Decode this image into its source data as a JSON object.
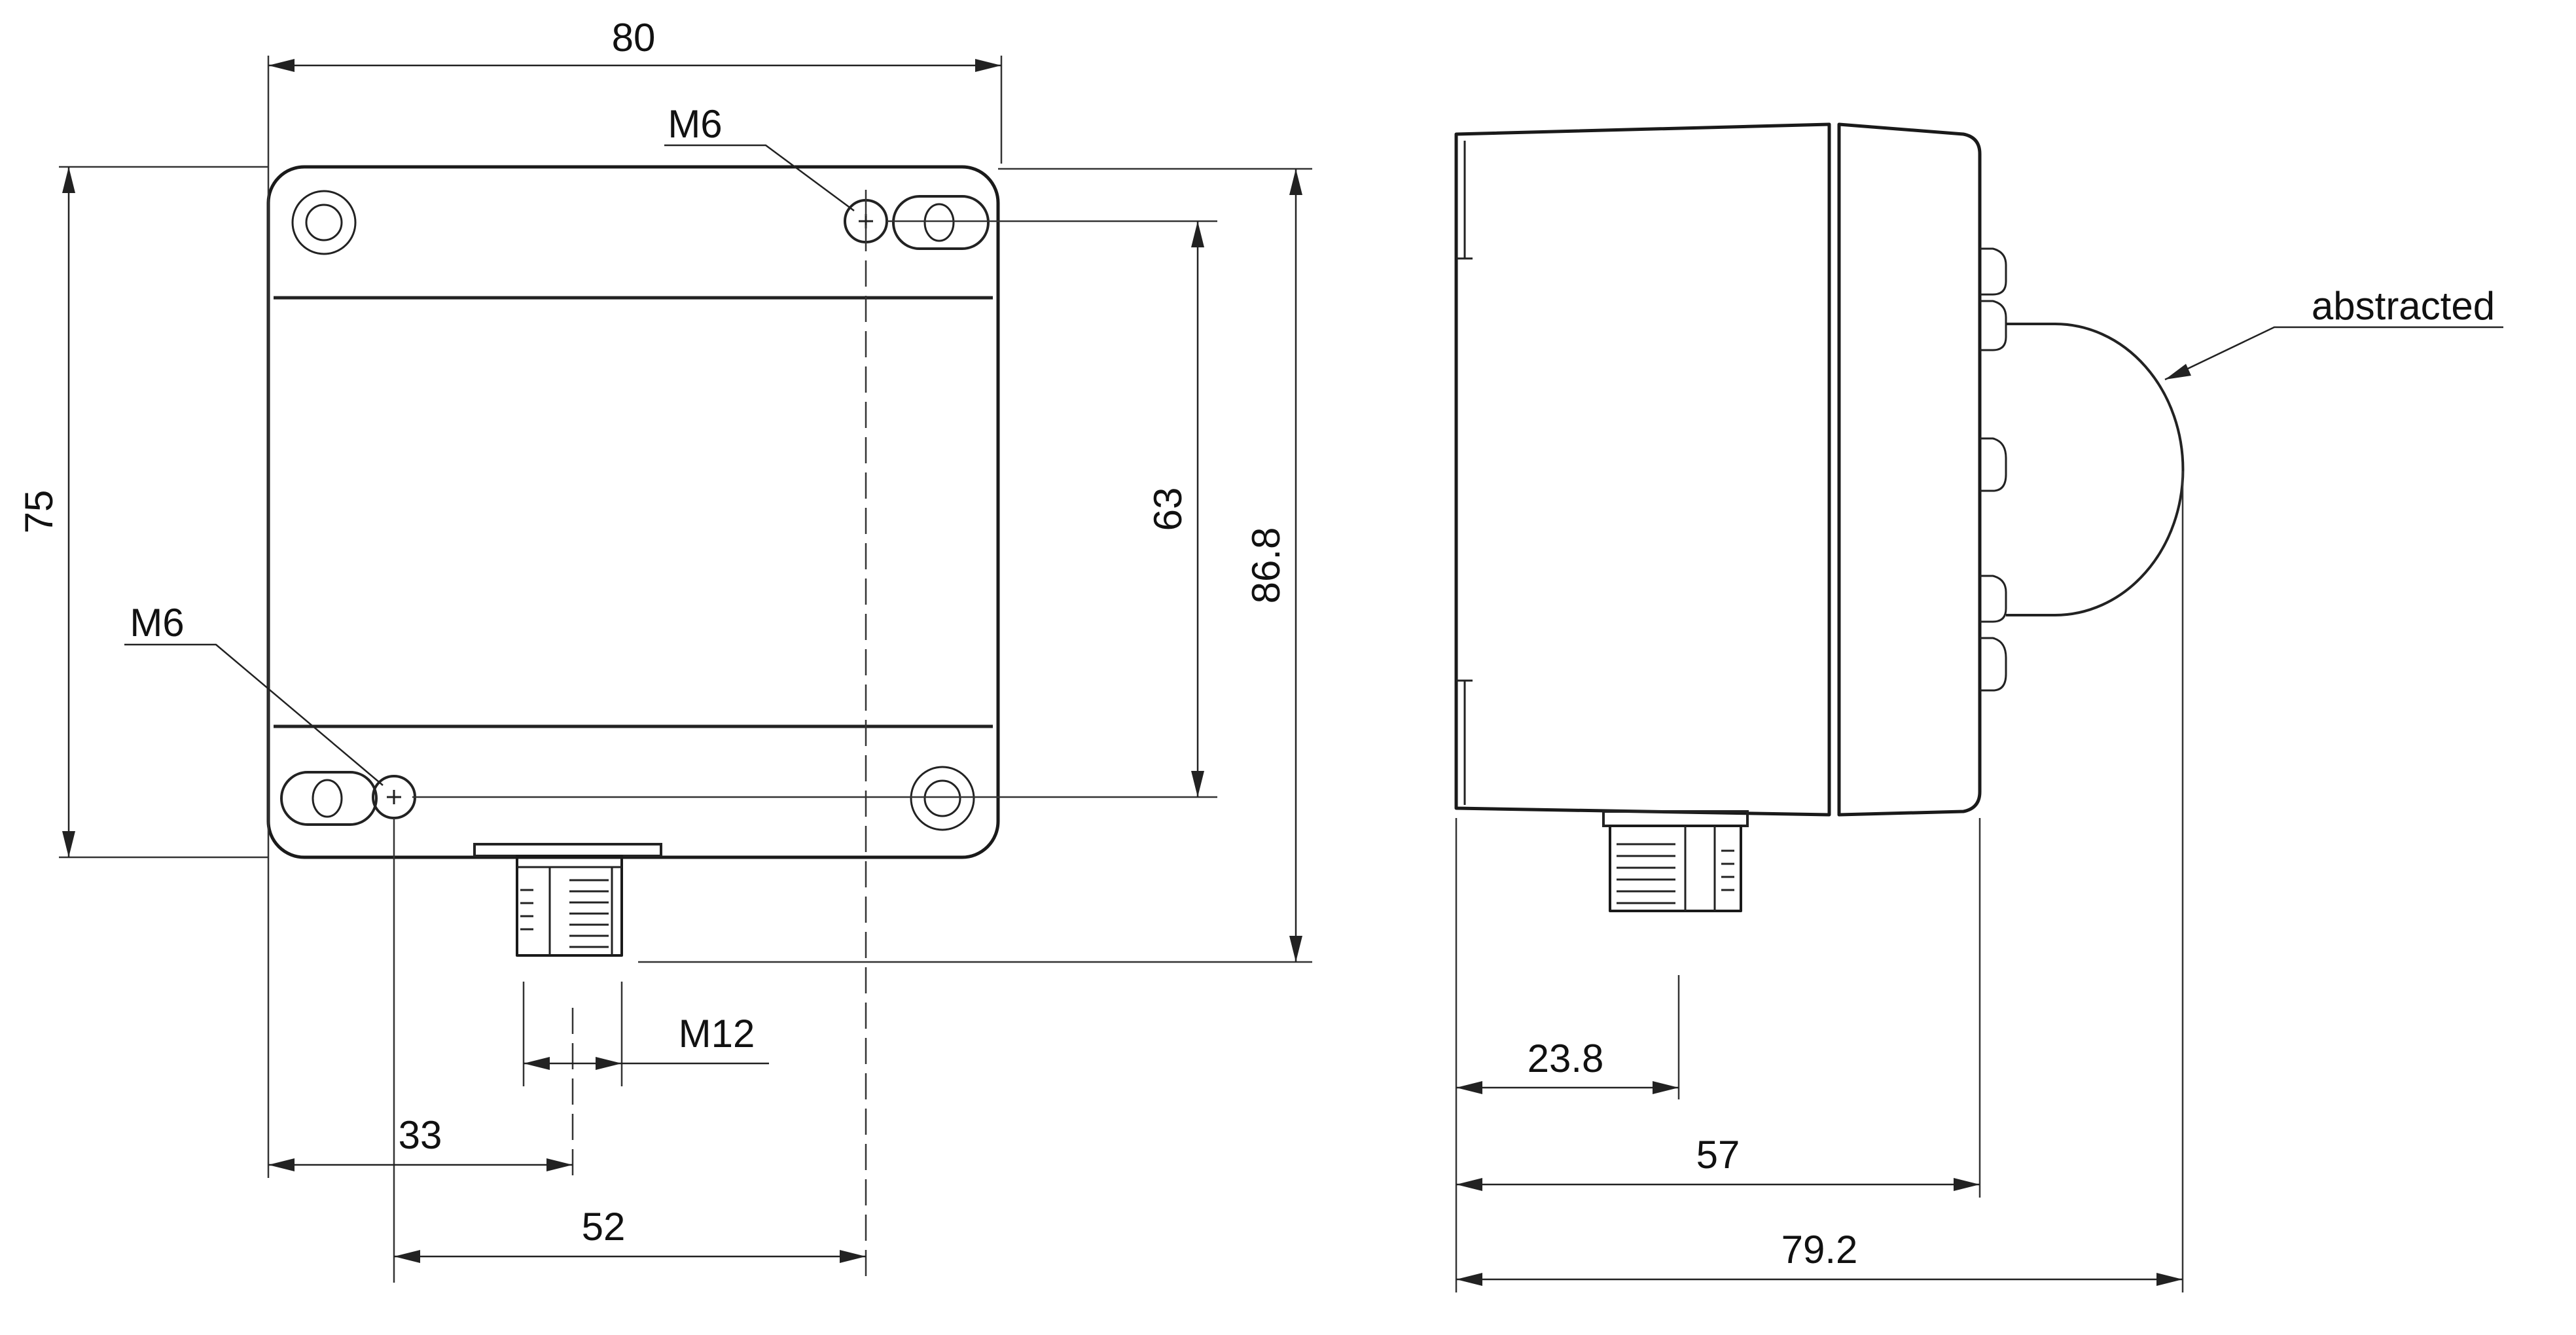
{
  "front_view": {
    "dims": {
      "overall_width": "80",
      "overall_height": "75",
      "hole_spacing_vertical": "63",
      "total_height_with_connector": "86.8",
      "connector_offset": "33",
      "hole_spacing_horizontal": "52",
      "connector_thread": "M12"
    },
    "callouts": {
      "hole_top": "M6",
      "hole_bottom": "M6"
    }
  },
  "side_view": {
    "dims": {
      "connector_position": "23.8",
      "body_depth": "57",
      "total_depth": "79.2"
    },
    "callouts": {
      "omitted_part": "abstracted"
    }
  }
}
